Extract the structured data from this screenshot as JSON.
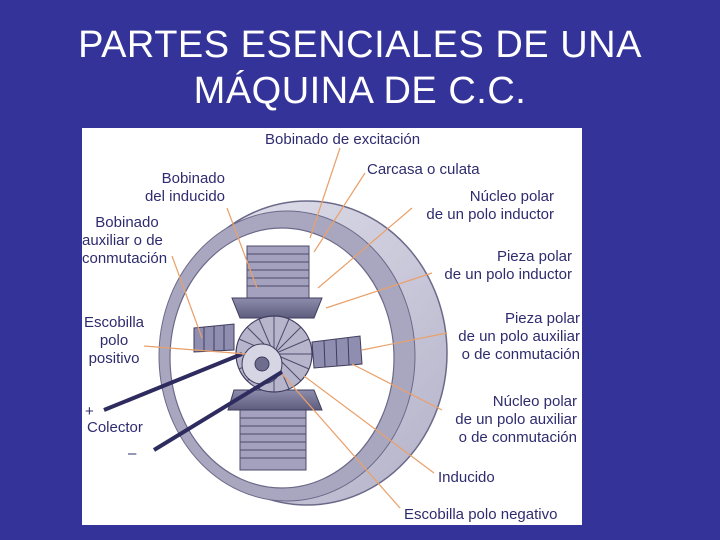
{
  "title": {
    "line1": "PARTES ESENCIALES DE UNA",
    "line2": "MÁQUINA DE C.C."
  },
  "colors": {
    "background": "#333399",
    "title": "#ffffff",
    "label": "#2e2c6e",
    "leader": "#e9a06a",
    "metal": "#c9c8d8",
    "shadow": "#7d7b98"
  },
  "labels": {
    "bobinado_excitacion": "Bobinado de excitación",
    "carcasa": "Carcasa o culata",
    "bobinado_inducido": [
      "Bobinado",
      "del inducido"
    ],
    "nucleo_inductor": [
      "Núcleo polar",
      "de un polo inductor"
    ],
    "bobinado_auxiliar": [
      "Bobinado",
      "auxiliar o de",
      "conmutación"
    ],
    "pieza_inductor": [
      "Pieza polar",
      "de un polo inductor"
    ],
    "escobilla_positivo": [
      "Escobilla",
      "polo",
      "positivo"
    ],
    "pieza_auxiliar": [
      "Pieza polar",
      "de un polo auxiliar",
      "o de conmutación"
    ],
    "plus_sign": "+",
    "colector": "Colector",
    "minus_sign": "–",
    "nucleo_auxiliar": [
      "Núcleo polar",
      "de un polo auxiliar",
      "o de conmutación"
    ],
    "inducido": "Inducido",
    "escobilla_negativo": "Escobilla polo negativo"
  },
  "icons": {
    "machine": "dc-machine-cutaway-drawing"
  }
}
